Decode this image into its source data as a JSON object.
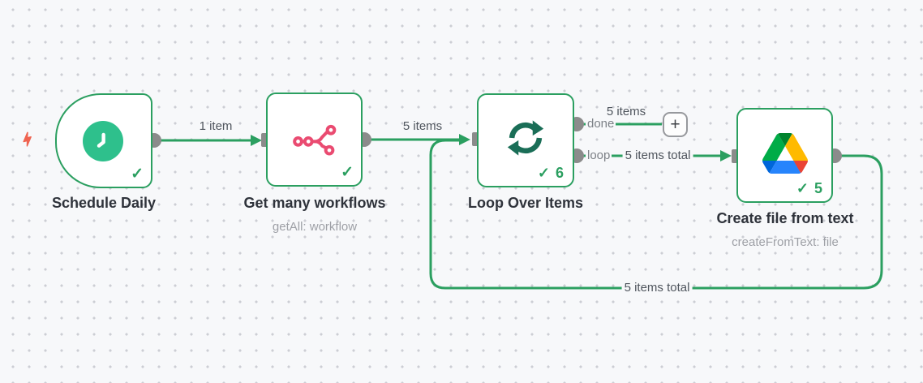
{
  "nodes": [
    {
      "title": "Schedule Daily",
      "subtitle": "",
      "check": "✓",
      "run_count": "",
      "icon": "clock-icon"
    },
    {
      "title": "Get many workflows",
      "subtitle": "getAll: workflow",
      "check": "✓",
      "run_count": "",
      "icon": "n8n-share-icon"
    },
    {
      "title": "Loop Over Items",
      "subtitle": "",
      "check": "✓",
      "run_count": "6",
      "icon": "loop-sync-icon",
      "output_labels": {
        "done": "done",
        "loop": "loop"
      }
    },
    {
      "title": "Create file from text",
      "subtitle": "createFromText: file",
      "check": "✓",
      "run_count": "5",
      "icon": "google-drive-icon"
    }
  ],
  "edge_labels": {
    "schedule_to_getmany": "1 item",
    "getmany_to_loop": "5 items",
    "done_count": "5 items",
    "loop_to_drive": "5 items total",
    "drive_loopback": "5 items total"
  },
  "add_button": {
    "label": "+"
  },
  "colors": {
    "edge_green": "#2b9f60",
    "node_border_green": "#2b9f60",
    "trigger_icon_bg": "#2ec08c",
    "n8n_pink": "#ea4b71",
    "loop_icon_green": "#1a6e57",
    "connector_gray": "#8b8b8b",
    "lightning_coral": "#ef6350",
    "canvas_bg": "#f7f8fa",
    "title_text": "#2f333b",
    "subtitle_text": "#9ea0a6"
  }
}
